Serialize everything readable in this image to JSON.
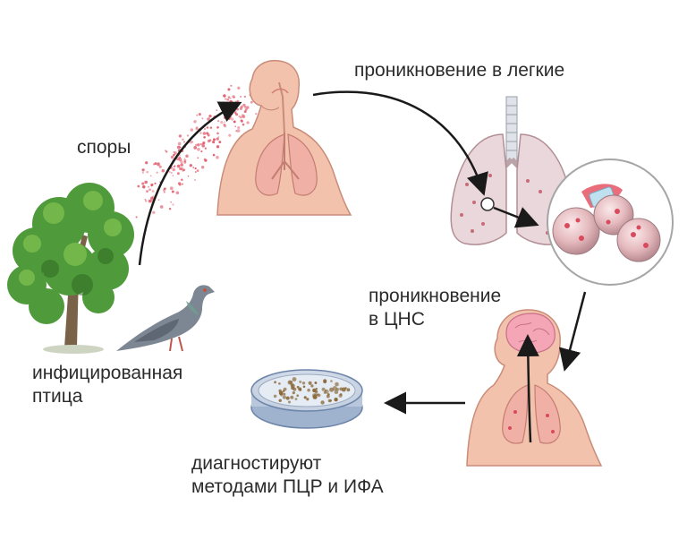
{
  "labels": {
    "spores": "споры",
    "lungs": "проникновение в легкие",
    "cns": [
      "проникновение",
      "в ЦНС"
    ],
    "bird": [
      "инфицированная",
      "птица"
    ],
    "diagnosis": [
      "диагностируют",
      "методами ПЦР и ИФА"
    ]
  },
  "colors": {
    "skin": "#f2c2ad",
    "skin_outline": "#c98c78",
    "spores": "#e05a6a",
    "tree": "#4f9a3a",
    "trunk": "#7a6248",
    "pigeon": "#7d8794",
    "arrow": "#1a1a1a"
  },
  "icons": [
    "tree-icon",
    "pigeon-icon",
    "spore-cloud-icon",
    "human-torso-icon",
    "lungs-icon",
    "alveoli-icon",
    "brain-icon",
    "petri-dish-icon"
  ]
}
